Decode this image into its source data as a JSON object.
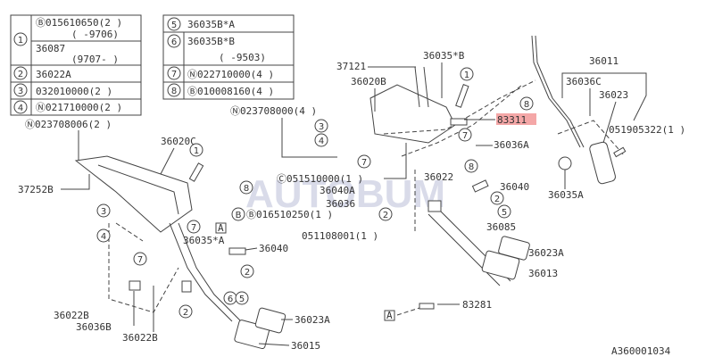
{
  "legend_left": [
    {
      "num": "1",
      "lines": [
        "Ⓑ015610650(2 )",
        "(  -9706)",
        "36087",
        "(9707-  )"
      ]
    },
    {
      "num": "2",
      "lines": [
        "36022A"
      ]
    },
    {
      "num": "3",
      "lines": [
        "032010000(2 )"
      ]
    },
    {
      "num": "4",
      "lines": [
        "Ⓝ021710000(2 )"
      ]
    }
  ],
  "legend_right": [
    {
      "num": "5",
      "lines": [
        "36035B*A"
      ]
    },
    {
      "num": "6",
      "lines": [
        "36035B*B",
        "(  -9503)"
      ]
    },
    {
      "num": "7",
      "lines": [
        "Ⓝ022710000(4 )"
      ]
    },
    {
      "num": "8",
      "lines": [
        "Ⓑ010008160(4 )"
      ]
    }
  ],
  "callouts": {
    "n023708006": "Ⓝ023708006(2 )",
    "n023708000": "Ⓝ023708000(4 )",
    "p37121": "37121",
    "p36035xB": "36035*B",
    "p36020B": "36020B",
    "p83311": "83311",
    "p36036A": "36036A",
    "p36011": "36011",
    "p36036C": "36036C",
    "p36023": "36023",
    "p051905322": "051905322(1 )",
    "p36035A": "36035A",
    "c051510000": "Ⓒ051510000(1 )",
    "p36022": "36022",
    "p36040A": "36040A",
    "p36040r": "36040",
    "p36036": "36036",
    "p36085": "36085",
    "p051108001": "051108001(1 )",
    "p36023Ar": "36023A",
    "p36013": "36013",
    "p83281": "83281",
    "p36020C": "36020C",
    "p37252B": "37252B",
    "b016510250": "Ⓑ016510250(1 )",
    "p36035xA": "36035*A",
    "p36040l": "36040",
    "p36022B1": "36022B",
    "p36036B": "36036B",
    "p36022B2": "36022B",
    "p36023Al": "36023A",
    "p36015": "36015",
    "boxA": "A",
    "diagram_id": "A360001034"
  },
  "watermark": "AUTOBUM",
  "highlight_color": "#f4a7a7"
}
